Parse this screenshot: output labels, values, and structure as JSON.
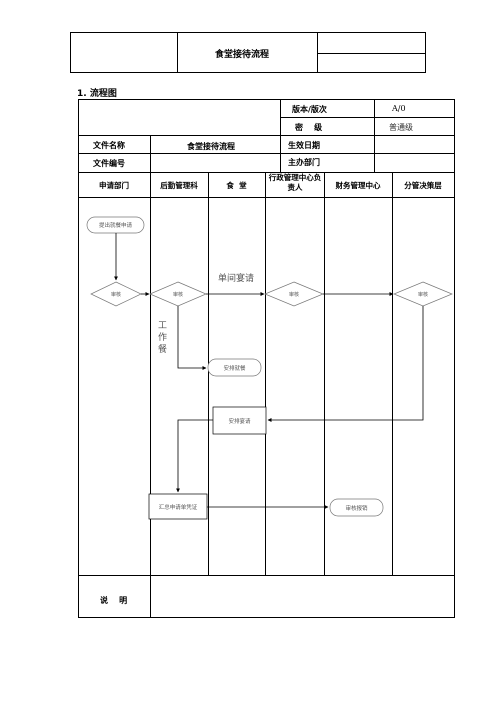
{
  "header": {
    "title": "食堂接待流程"
  },
  "section": {
    "heading": "1.  流程图"
  },
  "meta": {
    "version_label": "版本/版次",
    "version_value": "A/0",
    "secret_label": "密    级",
    "secret_value": "普通级",
    "doc_name_label": "文件名称",
    "doc_name_value": "食堂接待流程",
    "effective_date_label": "生效日期",
    "doc_no_label": "文件编号",
    "host_dept_label": "主办部门"
  },
  "lanes": [
    "申请部门",
    "后勤管理科",
    "食  堂",
    "行政管理中心负责人",
    "财务管理中心",
    "分管决策层"
  ],
  "flow": {
    "submit": "提出就餐申请",
    "review_applicant": "审核",
    "review_logistics": "审核",
    "review_admin": "审核",
    "review_leader": "审核",
    "arrange_meal": "安排就餐",
    "arrange_banquet": "安排宴请",
    "summary": "汇总申请单凭证",
    "finance_audit": "审核报销",
    "label_banquet": "单间宴请",
    "label_work_meal": "工作餐"
  },
  "notes": {
    "label": "说    明"
  }
}
